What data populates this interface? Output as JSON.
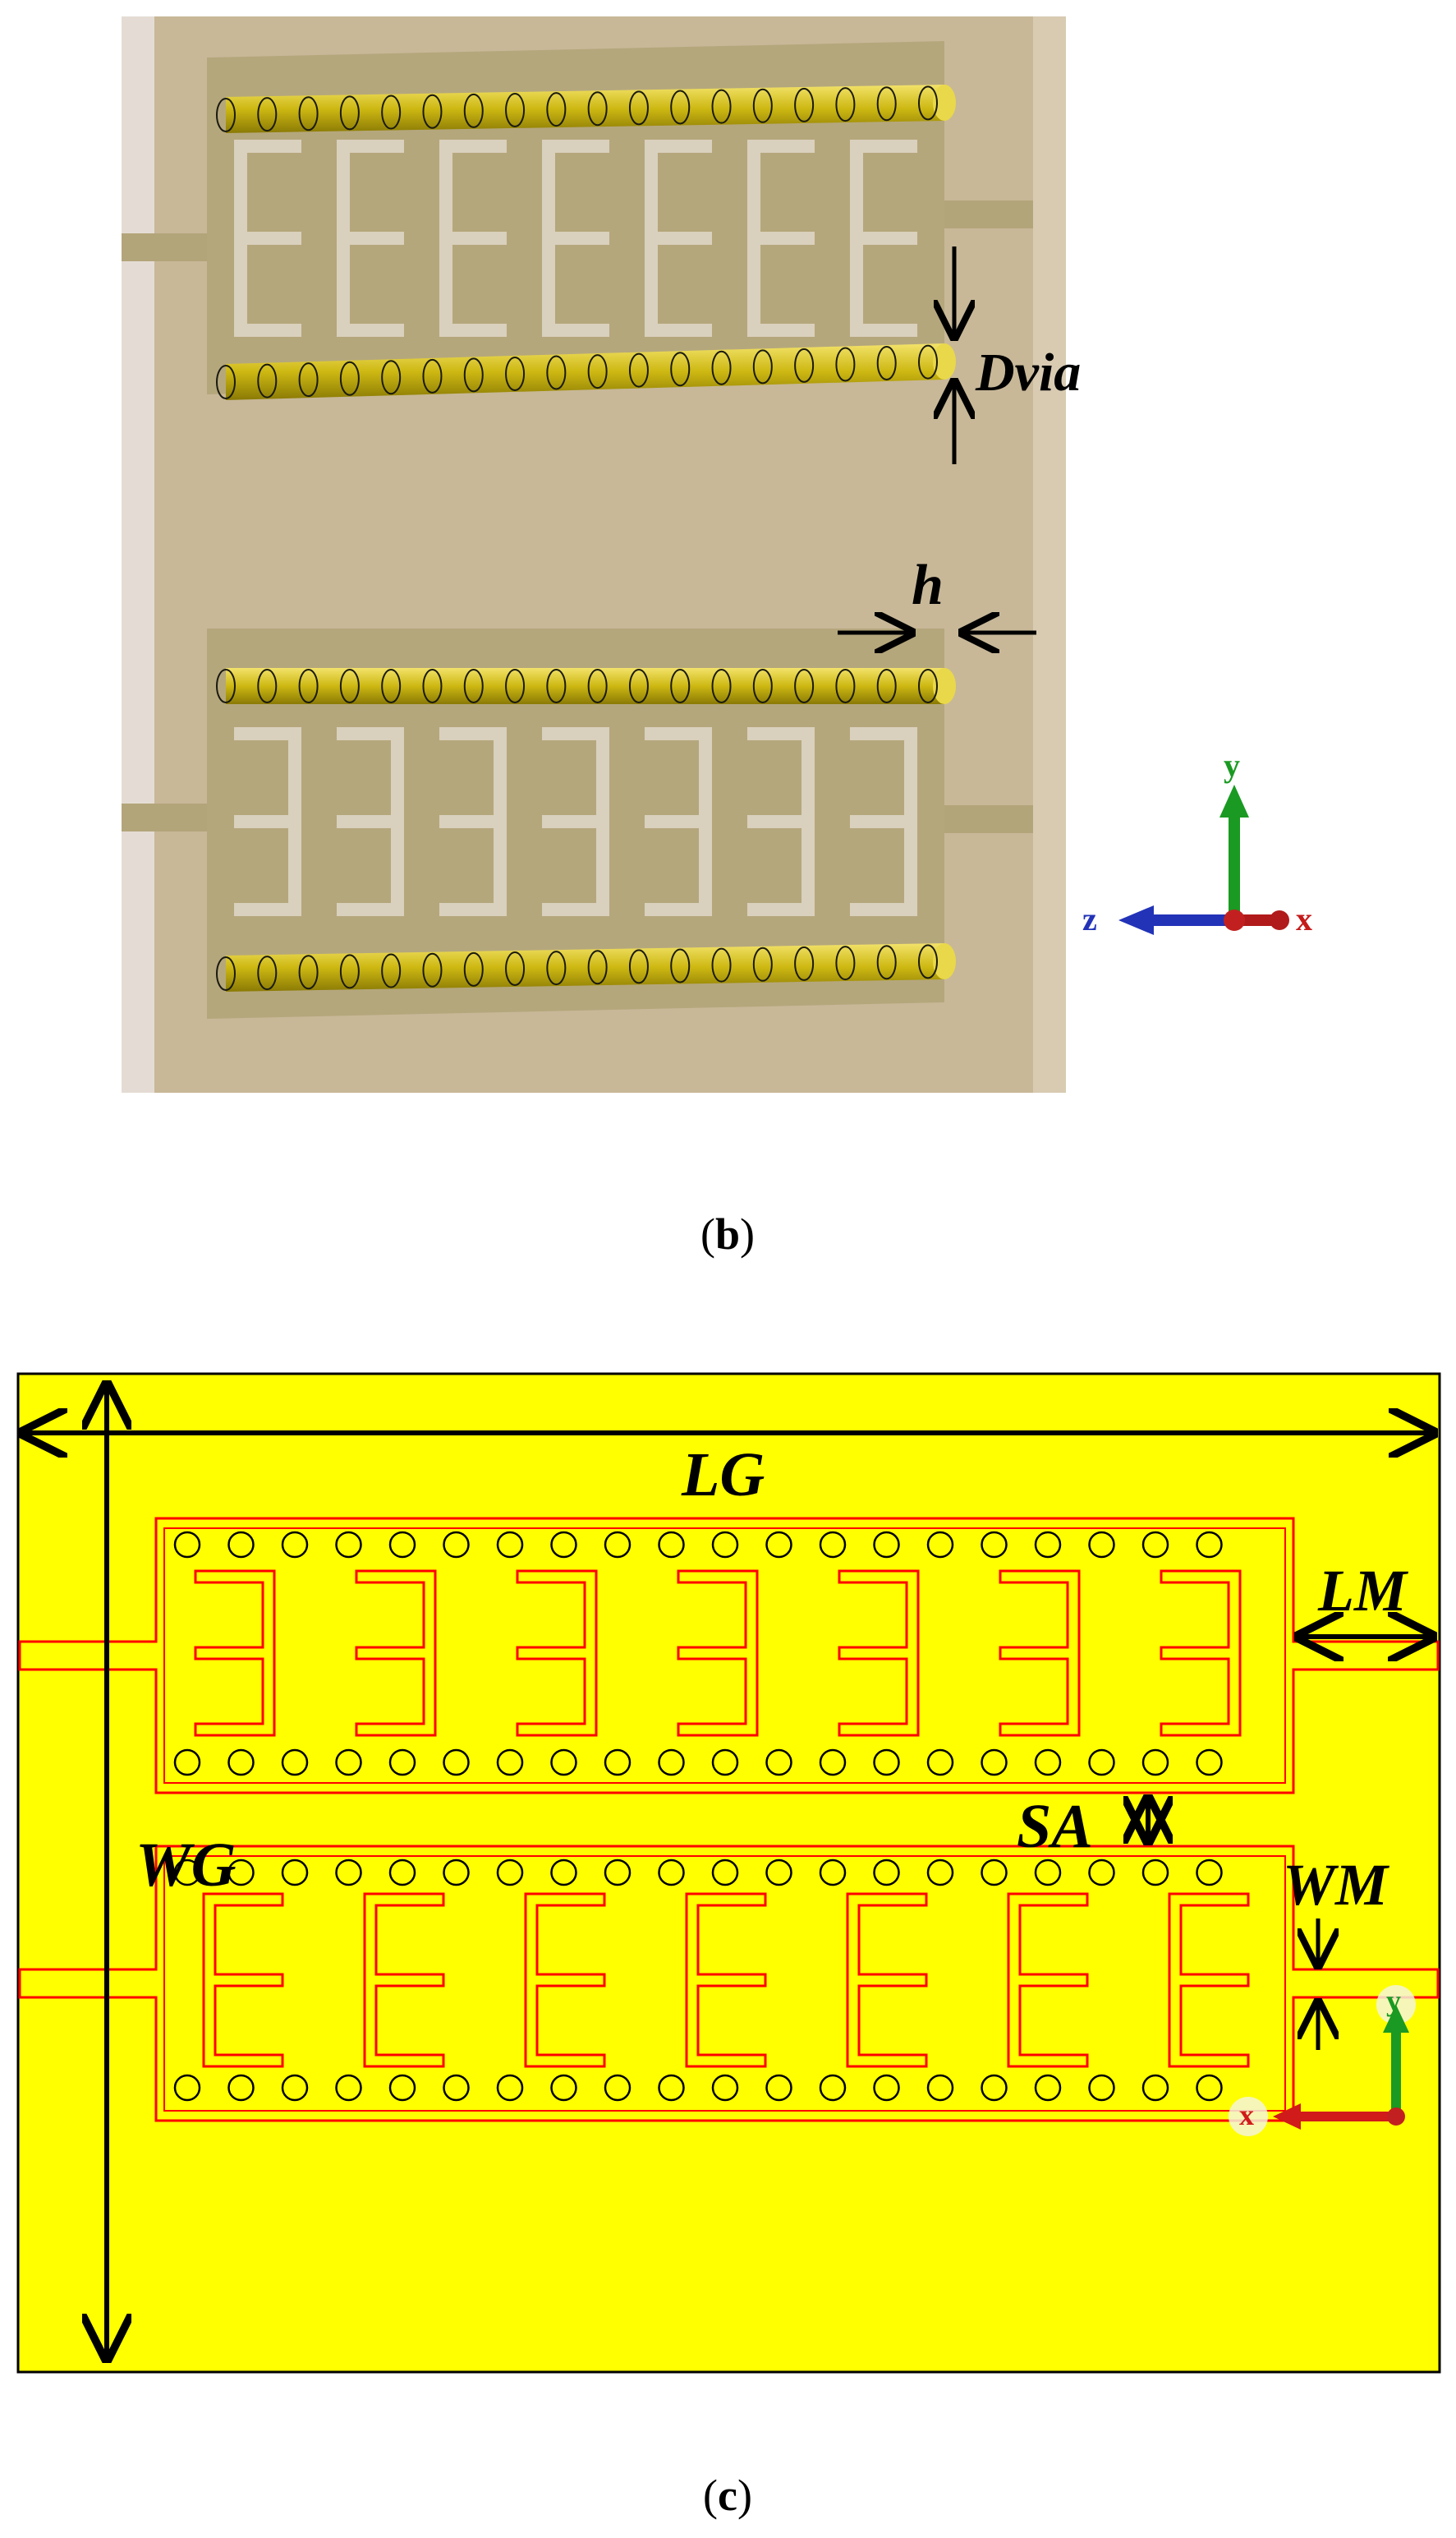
{
  "panel_b": {
    "caption": "b",
    "annotations": {
      "via_diameter": "Dvia",
      "height": "h"
    },
    "axes": {
      "y": "y",
      "z": "z",
      "x": "x"
    },
    "colors": {
      "substrate": "#c7b797",
      "metal": "#b5a77c",
      "via": "#d6c21a",
      "slot": "#d9d0bd"
    },
    "structures": [
      {
        "name": "upper",
        "slots": 7,
        "slot_shape": "E",
        "via_rows": 2,
        "vias_per_row": 18
      },
      {
        "name": "lower",
        "slots": 7,
        "slot_shape": "Ǝ",
        "via_rows": 2,
        "vias_per_row": 18
      }
    ]
  },
  "panel_c": {
    "caption": "c",
    "labels": {
      "LG": "LG",
      "LM": "LM",
      "WG": "WG",
      "SA": "SA",
      "WM": "WM"
    },
    "axes": {
      "y": "y",
      "x": "x"
    },
    "colors": {
      "background": "#ffff00",
      "outline": "#ff0000",
      "via_outline": "#000000"
    },
    "structures": [
      {
        "name": "upper",
        "slots": 7,
        "slot_shape": "Ǝ",
        "via_rows": 2,
        "vias_per_row": 20
      },
      {
        "name": "lower",
        "slots": 7,
        "slot_shape": "E",
        "via_rows": 2,
        "vias_per_row": 20
      }
    ]
  }
}
